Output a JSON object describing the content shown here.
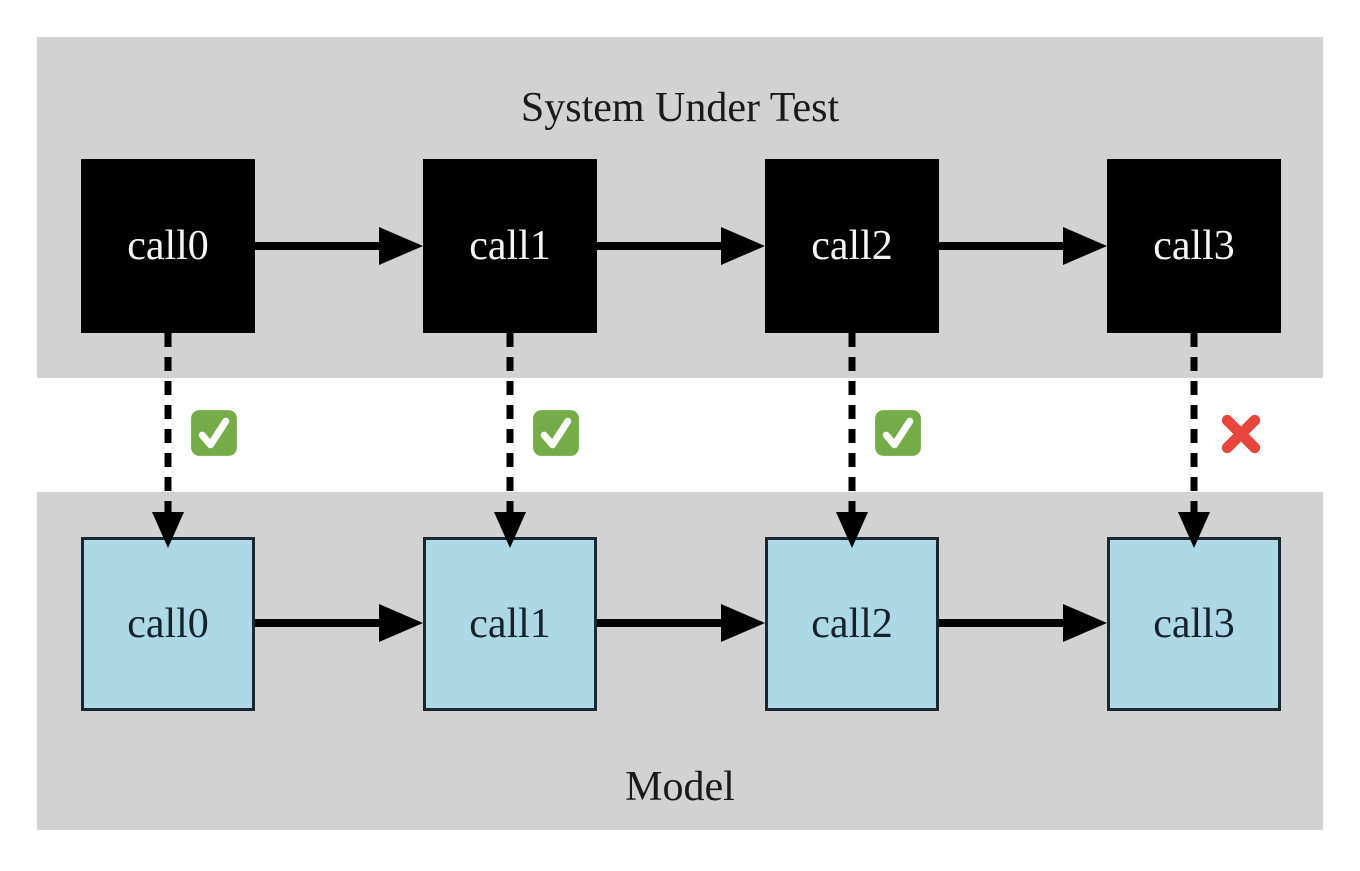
{
  "sut": {
    "title": "System Under Test",
    "nodes": [
      {
        "label": "call0"
      },
      {
        "label": "call1"
      },
      {
        "label": "call2"
      },
      {
        "label": "call3"
      }
    ]
  },
  "model": {
    "title": "Model",
    "nodes": [
      {
        "label": "call0"
      },
      {
        "label": "call1"
      },
      {
        "label": "call2"
      },
      {
        "label": "call3"
      }
    ]
  },
  "comparisons": [
    {
      "sut": "call0",
      "model": "call0",
      "result": "pass"
    },
    {
      "sut": "call1",
      "model": "call1",
      "result": "pass"
    },
    {
      "sut": "call2",
      "model": "call2",
      "result": "pass"
    },
    {
      "sut": "call3",
      "model": "call3",
      "result": "fail"
    }
  ],
  "icons": {
    "pass": "check-mark-icon",
    "fail": "cross-mark-icon"
  },
  "colors": {
    "band_background": "#d2d2d2",
    "sut_node_fill": "#000000",
    "sut_node_text": "#f5f5f5",
    "model_node_fill": "#add8e6",
    "model_node_border": "#1a2630",
    "arrow": "#000000",
    "pass_green": "#74ad47",
    "fail_red": "#e8463c"
  }
}
